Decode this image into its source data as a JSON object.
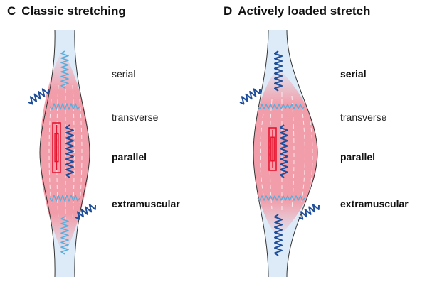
{
  "panels": [
    {
      "letter": "C",
      "title": "Classic stretching",
      "labels": [
        {
          "text": "serial",
          "bold": false
        },
        {
          "text": "transverse",
          "bold": false
        },
        {
          "text": "parallel",
          "bold": true
        },
        {
          "text": "extramuscular",
          "bold": true
        }
      ]
    },
    {
      "letter": "D",
      "title": "Actively loaded stretch",
      "labels": [
        {
          "text": "serial",
          "bold": true
        },
        {
          "text": "transverse",
          "bold": false
        },
        {
          "text": "parallel",
          "bold": true
        },
        {
          "text": "extramuscular",
          "bold": true
        }
      ]
    }
  ],
  "colors": {
    "tendon": "#dcebf7",
    "muscle": "#f39aa6",
    "spring_light": "#5aaede",
    "spring_dark": "#1f4e9a",
    "sarcomere": "#e8122d"
  }
}
